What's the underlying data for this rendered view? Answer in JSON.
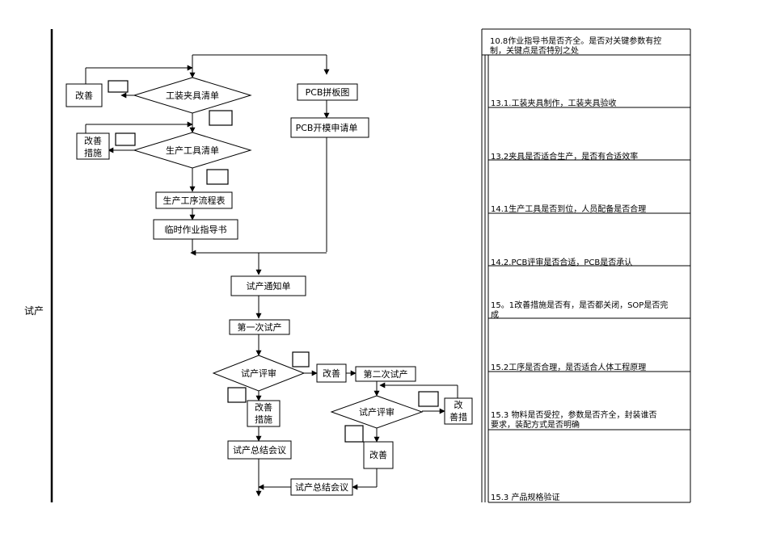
{
  "stage_label": "试产",
  "flow": {
    "tooling_list": "工装夹具清单",
    "improve_1": "改善",
    "pcb_panel": "PCB拼板图",
    "improve_measures_1": [
      "改善",
      "措施"
    ],
    "production_tools_list": "生产工具清单",
    "pcb_mold_request": "PCB开模申请单",
    "process_flow_table": "生产工序流程表",
    "temp_work_instruction": "临时作业指导书",
    "trial_notice": "试产通知单",
    "first_trial": "第一次试产",
    "trial_review_1": "试产评审",
    "improve_2": "改善",
    "second_trial": "第二次试产",
    "improve_measures_2": [
      "改善",
      "措施"
    ],
    "trial_review_2": "试产评审",
    "improve_measures_3": [
      "改",
      "善措"
    ],
    "trial_summary_1": "试产总结会议",
    "improve_3": "改善",
    "trial_summary_2": "试产总结会议"
  },
  "checkpoints": [
    [
      "10.8作业指导书是否齐全。是否对关键参数有控",
      "制，关键点是否特别之处"
    ],
    [
      "13.1.工装夹具制作，工装夹具验收"
    ],
    [
      "13.2夹具是否适合生产，是否有合适效率"
    ],
    [
      "14.1生产工具是否到位，人员配备是否合理"
    ],
    [
      "14.2.PCB评审是否合适，PCB是否承认"
    ],
    [
      "15。1改善措施是否有，是否都关闭，SOP是否完",
      "成"
    ],
    [
      "15.2工序是否合理，是否适合人体工程原理"
    ],
    [
      "15.3 物料是否受控，参数是否齐全，封装谁否",
      "要求，装配方式是否明确"
    ],
    [
      "15.3 产品规格验证"
    ]
  ]
}
